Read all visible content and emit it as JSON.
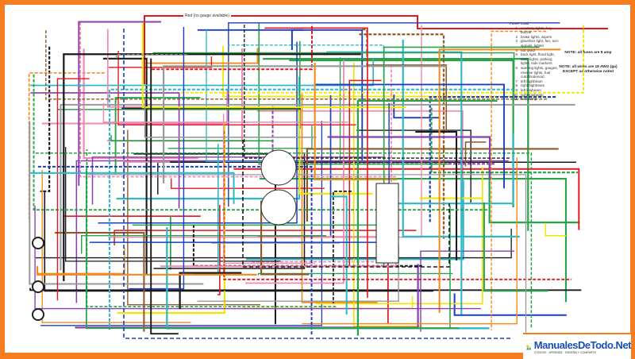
{
  "diagram": {
    "top_wire_label": "Red (no gauge available)",
    "fuse_table": {
      "header_fuse": "Fuse#",
      "header_load": "Load",
      "rows": [
        {
          "fuse": "1",
          "load": "courtesy lights, key buzzer"
        },
        {
          "fuse": "2",
          "load": "brake lights, wipers"
        },
        {
          "fuse": "3",
          "load": "glovebox light, fan, turn signals, lighter"
        },
        {
          "fuse": "4",
          "load": "not used"
        },
        {
          "fuse": "5",
          "load": "back light, flood light, dash lights, parking lights, side markers"
        },
        {
          "fuse": "6",
          "load": "warning lights, gauges, reverse lights, fuel cutoff/solenoid"
        },
        {
          "fuse": "7",
          "load": "left highbeam"
        },
        {
          "fuse": "8",
          "load": "right highbeam"
        },
        {
          "fuse": "9",
          "load": "left lowbeam"
        },
        {
          "fuse": "10",
          "load": "right lowbeam"
        },
        {
          "fuse": "11",
          "load": "fuel pump"
        }
      ]
    },
    "note_fuses": "NOTE: all fuses are 8 amp",
    "note_wires": "NOTE: all wires are 18 AWG (ga) EXCEPT as otherwise noted",
    "wire_colors": [
      "#e0191e",
      "#1a1a1a",
      "#1b3fbf",
      "#f2e600",
      "#8a3fb0",
      "#2aa24a",
      "#f28ab2",
      "#2fb8c8",
      "#f08a1c",
      "#8c5a2b",
      "#999999"
    ]
  },
  "watermark": {
    "brand": "ManualesDeTodo.Net",
    "tagline": "CONOCE · APRENDE · ENSEÑA Y COMPARTE"
  }
}
